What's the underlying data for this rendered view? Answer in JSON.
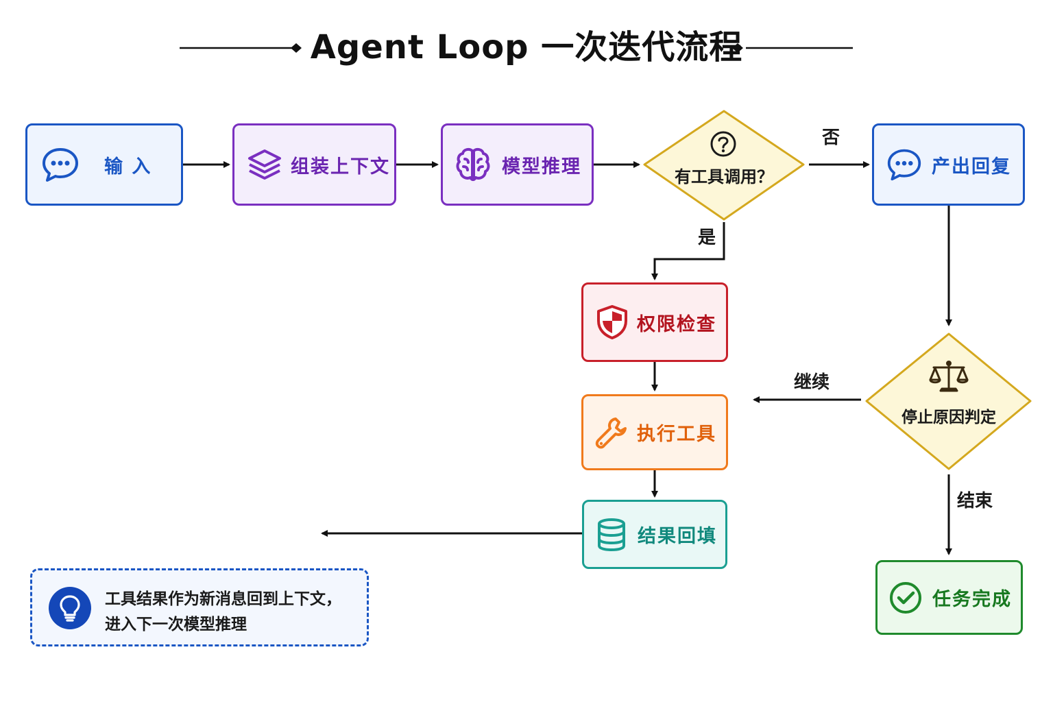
{
  "title": "Agent Loop 一次迭代流程",
  "nodes": {
    "input": {
      "label": "输 入",
      "icon": "chat-bubble-icon"
    },
    "assemble_context": {
      "label": "组装上下文",
      "icon": "layers-icon"
    },
    "model_inference": {
      "label": "模型推理",
      "icon": "brain-icon"
    },
    "has_tool_call": {
      "label": "有工具调用？",
      "icon": "question-circle-icon"
    },
    "produce_reply": {
      "label": "产出回复",
      "icon": "chat-bubble-icon"
    },
    "permission_check": {
      "label": "权限检查",
      "icon": "shield-icon"
    },
    "execute_tool": {
      "label": "执行工具",
      "icon": "wrench-icon"
    },
    "result_backfill": {
      "label": "结果回填",
      "icon": "database-icon"
    },
    "stop_reason": {
      "label": "停止原因判定",
      "icon": "scales-icon"
    },
    "task_complete": {
      "label": "任务完成",
      "icon": "check-circle-icon"
    }
  },
  "edge_labels": {
    "no": "否",
    "yes": "是",
    "continue": "继续",
    "end": "结束"
  },
  "note": {
    "line1": "工具结果作为新消息回到上下文，",
    "line2": "进入下一次模型推理",
    "icon": "lightbulb-icon"
  },
  "colors": {
    "blue": "#1a56c4",
    "purple": "#7a2fc0",
    "gold": "#d4a81e",
    "red": "#c8202a",
    "orange": "#f07a1c",
    "teal": "#1a9f92",
    "green": "#1f8a2c"
  }
}
